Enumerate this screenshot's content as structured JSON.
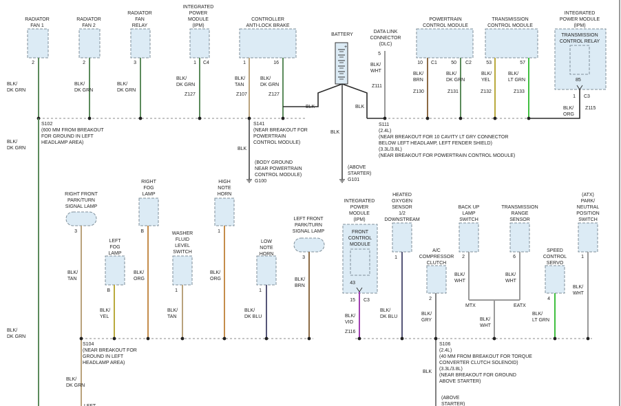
{
  "components": {
    "radiator_fan_1": [
      "RADIATOR",
      "FAN 1"
    ],
    "radiator_fan_2": [
      "RADIATOR",
      "FAN 2"
    ],
    "radiator_fan_relay": [
      "RADIATOR",
      "FAN",
      "RELAY"
    ],
    "ipm_top": [
      "INTEGRATED",
      "POWER",
      "MODULE",
      "(IPM)"
    ],
    "controller_abs": [
      "CONTROLLER",
      "ANTI-LOCK BRAKE"
    ],
    "battery": [
      "BATTERY"
    ],
    "dlc": [
      "DATA LINK",
      "CONNECTOR",
      "(DLC)"
    ],
    "pcm": [
      "POWERTRAIN",
      "CONTROL MODULE"
    ],
    "tcm": [
      "TRANSMISSION",
      "CONTROL MODULE"
    ],
    "ipm_right": [
      "INTEGRATED",
      "POWER MODULE",
      "(IPM)"
    ],
    "tcr_inner": [
      "TRANSMISSION",
      "CONTROL RELAY"
    ],
    "rf_park_lamp": [
      "RIGHT FRONT",
      "PARK/TURN",
      "SIGNAL LAMP"
    ],
    "right_fog": [
      "RIGHT",
      "FOG",
      "LAMP"
    ],
    "left_fog": [
      "LEFT",
      "FOG",
      "LAMP"
    ],
    "washer_switch": [
      "WASHER",
      "FLUID",
      "LEVEL",
      "SWITCH"
    ],
    "high_horn": [
      "HIGH",
      "NOTE",
      "HORN"
    ],
    "low_horn": [
      "LOW",
      "NOTE",
      "HORN"
    ],
    "lf_park_lamp": [
      "LEFT FRONT",
      "PARK/TURN",
      "SIGNAL LAMP"
    ],
    "ipm_bottom": [
      "INTEGRATED",
      "POWER",
      "MODULE",
      "(IPM)"
    ],
    "fcm_inner": [
      "FRONT",
      "CONTROL",
      "MODULE"
    ],
    "o2_sensor": [
      "HEATED",
      "OXYGEN",
      "SENSOR",
      "1/2",
      "DOWNSTREAM"
    ],
    "ac_clutch": [
      "A/C",
      "COMPRESSOR",
      "CLUTCH"
    ],
    "backup_switch": [
      "BACK UP",
      "LAMP",
      "SWITCH"
    ],
    "trs": [
      "TRANSMISSION",
      "RANGE",
      "SENSOR"
    ],
    "speed_servo": [
      "SPEED",
      "CONTROL",
      "SERVO"
    ],
    "pn_switch": [
      "(ATX)",
      "PARK/",
      "NEUTRAL",
      "POSITION",
      "SWITCH"
    ]
  },
  "pins": {
    "fan1": "2",
    "fan2": "2",
    "relay": "3",
    "ipm_top": "1",
    "ipm_top_conn": "C4",
    "abs_a": "1",
    "abs_b": "16",
    "dlc": "5",
    "pcm_a": "10",
    "pcm_a_conn": "C1",
    "pcm_b": "50",
    "pcm_b_conn": "C2",
    "tcm_a": "53",
    "tcm_b": "57",
    "tcr": "85",
    "tcr_pin": "1",
    "tcr_conn": "C3",
    "rf_park": "3",
    "right_fog": "B",
    "left_fog": "B",
    "washer": "1",
    "high_horn": "1",
    "low_horn": "1",
    "lf_park": "3",
    "fcm": "43",
    "fcm_pin": "15",
    "fcm_conn": "C3",
    "o2": "1",
    "ac": "2",
    "backup": "2",
    "trs": "6",
    "servo": "4",
    "pn": "1"
  },
  "wires": {
    "fan1": [
      "BLK/",
      "DK GRN"
    ],
    "fan2": [
      "BLK/",
      "DK GRN"
    ],
    "relay": [
      "BLK/",
      "DK GRN"
    ],
    "ipm_top": [
      "BLK/",
      "DK GRN"
    ],
    "ipm_top_circ": "Z127",
    "abs_a": [
      "BLK/",
      "TAN"
    ],
    "abs_a_circ": "Z107",
    "abs_b": [
      "BLK/",
      "DK GRN"
    ],
    "abs_b_circ": "Z127",
    "bat_left": "BLK",
    "bat_right": "BLK",
    "bat_down": "BLK",
    "dlc": [
      "BLK/",
      "WHT"
    ],
    "dlc_circ": "Z111",
    "pcm_a": [
      "BLK/",
      "BRN"
    ],
    "pcm_a_circ": "Z130",
    "pcm_b": [
      "BLK/",
      "DK GRN"
    ],
    "pcm_b_circ": "Z131",
    "tcm_a": [
      "BLK/",
      "YEL"
    ],
    "tcm_a_circ": "Z132",
    "tcm_b": [
      "BLK/",
      "LT GRN"
    ],
    "tcm_b_circ": "Z133",
    "tcr": [
      "BLK/",
      "ORG"
    ],
    "tcr_circ": "Z115",
    "s141_down": "BLK",
    "main_left_1": [
      "BLK/",
      "DK GRN"
    ],
    "main_left_2": [
      "BLK/",
      "DK GRN"
    ],
    "main_left_3": [
      "BLK/",
      "DK GRN"
    ],
    "rf_park": [
      "BLK/",
      "TAN"
    ],
    "right_fog": [
      "BLK/",
      "ORG"
    ],
    "left_fog": [
      "BLK/",
      "YEL"
    ],
    "washer": [
      "BLK/",
      "TAN"
    ],
    "high_horn": [
      "BLK/",
      "ORG"
    ],
    "low_horn": [
      "BLK/",
      "DK BLU"
    ],
    "lf_park": [
      "BLK/",
      "BRN"
    ],
    "fcm": [
      "BLK/",
      "VIO"
    ],
    "fcm_circ": "Z116",
    "o2": [
      "BLK/",
      "DK BLU"
    ],
    "ac": [
      "BLK/",
      "GRY"
    ],
    "backup": [
      "BLK/",
      "WHT"
    ],
    "trs": [
      "BLK/",
      "WHT"
    ],
    "mtx_eatx": [
      "BLK/",
      "WHT"
    ],
    "servo": [
      "BLK/",
      "LT GRN"
    ],
    "pn": [
      "BLK/",
      "WHT"
    ],
    "s106_down": "BLK",
    "mtx": "MTX",
    "eatx": "EATX"
  },
  "splices": {
    "s102": [
      "S102",
      "(600 MM FROM BREAKOUT",
      "FOR GROUND IN LEFT",
      "HEADLAMP AREA)"
    ],
    "s141": [
      "S141",
      "(NEAR BREAKOUT FOR",
      "POWERTRAIN",
      "CONTROL MODULE)"
    ],
    "g100": [
      "(BODY GROUND",
      "NEAR POWERTRAIN",
      "CONTROL MODULE)",
      "G100"
    ],
    "g101": [
      "(ABOVE",
      "STARTER)",
      "G101"
    ],
    "s111": [
      "S111",
      "(2.4L)",
      "(NEAR BREAKOUT FOR 10 CAVITY LT GRY CONNECTOR",
      "BELOW LEFT HEADLAMP, LEFT FENDER SHIELD)",
      "(3.3L/3.8L)",
      "(NEAR BREAKOUT FOR POWERTRAIN CONTROL MODULE)"
    ],
    "s104": [
      "S104",
      "(NEAR BREAKOUT FOR",
      "GROUND IN LEFT",
      "HEADLAMP AREA)"
    ],
    "s106": [
      "S106",
      "(2.4L)",
      "(40 MM FROM BREAKOUT FOR TORQUE",
      "CONVERTER CLUTCH SOLENOID)",
      "(3.3L/3.8L)",
      "(NEAR BREAKOUT FOR GROUND",
      "ABOVE STARTER)"
    ],
    "bottom_ground": [
      "(ABOVE",
      "STARTER)"
    ],
    "bottom_left": "LEFT"
  },
  "colors": {
    "component_fill": "#dcebf5",
    "dk_grn": "#5b8b5b",
    "tan": "#b9a27c",
    "brn": "#8c6a44",
    "yel": "#b9a93c",
    "lt_grn": "#3fbf3f",
    "org": "#c48c4a",
    "wht": "#999999",
    "dk_blu": "#555577",
    "vio": "#a040b0",
    "gry": "#808080",
    "black": "#2a2a2a"
  }
}
